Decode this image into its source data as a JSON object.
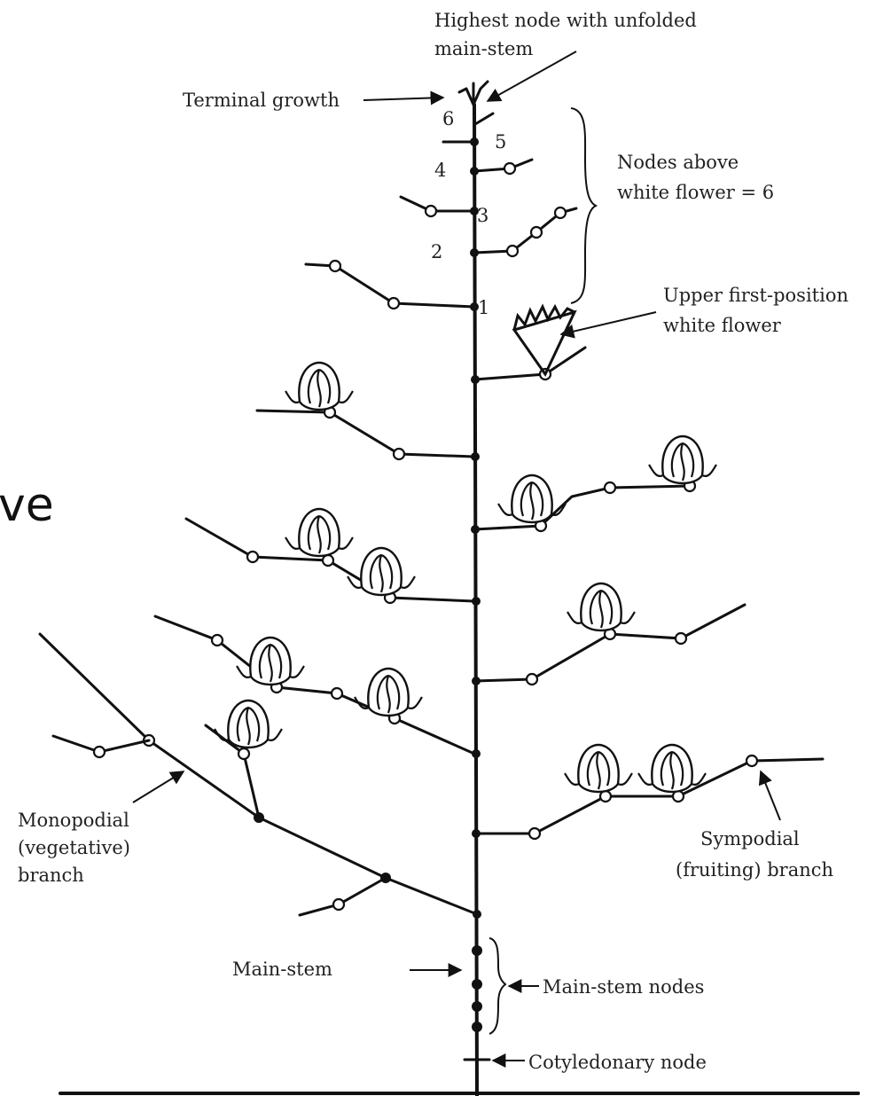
{
  "side_text": "ve",
  "labels": {
    "highest_node": [
      "Highest node with unfolded",
      "main-stem"
    ],
    "terminal_growth": "Terminal growth",
    "nodes_above": [
      "Nodes above",
      "white flower = 6"
    ],
    "upper_flower": [
      "Upper first-position",
      "white flower"
    ],
    "monopodial": [
      "Monopodial",
      "(vegetative)",
      "branch"
    ],
    "sympodial": [
      "Sympodial",
      "(fruiting) branch"
    ],
    "main_stem": "Main-stem",
    "main_stem_nodes": "Main-stem nodes",
    "cotyledonary": "Cotyledonary node"
  },
  "node_numbers": [
    "1",
    "2",
    "3",
    "4",
    "5",
    "6"
  ]
}
